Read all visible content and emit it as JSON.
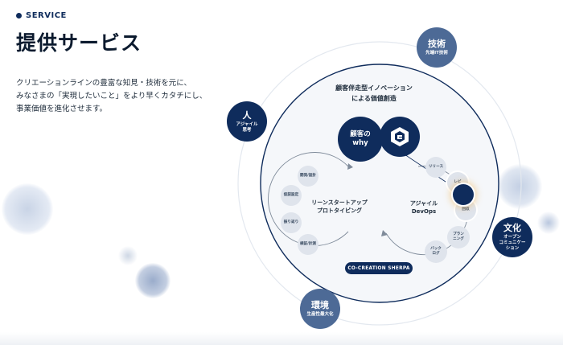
{
  "header": {
    "section_label": "SERVICE",
    "title": "提供サービス"
  },
  "description": {
    "lines": [
      "クリエーションラインの豊富な知見・技術を元に、",
      "みなさまの「実現したいこと」をより早くカタチにし、",
      "事業価値を進化させます。"
    ]
  },
  "diagram": {
    "caption_lines": [
      "顧客伴走型イノベーション",
      "による価値創造"
    ],
    "why_lines": [
      "顧客の",
      "why"
    ],
    "outer_nodes": {
      "tech": {
        "main": "技術",
        "sub": "先端IT技術"
      },
      "people": {
        "main": "人",
        "sub_lines": [
          "アジャイル",
          "思考"
        ]
      },
      "culture": {
        "main": "文化",
        "sub_lines": [
          "オープン",
          "コミュニケー",
          "ション"
        ]
      },
      "environment": {
        "main": "環境",
        "sub": "生産性最大化"
      }
    },
    "left_loop": {
      "label_lines": [
        "リーンスタートアップ",
        "プロトタイピング"
      ],
      "steps": [
        "開発/設計",
        "仮説設定",
        "振り返り",
        "検証/計測"
      ]
    },
    "right_loop": {
      "label_lines": [
        "アジャイル",
        "DevOps"
      ],
      "steps": {
        "release": "リリース",
        "review": "レビ",
        "retro": "回収",
        "planning_lines": [
          "プラン",
          "ニング"
        ],
        "backlog_lines": [
          "バック",
          "ログ"
        ]
      }
    },
    "badge": "CO-CREATION SHERPA"
  },
  "colors": {
    "navy": "#0f2c5c",
    "slate_blue": "#4d6a96",
    "step_gray": "#dfe4ec",
    "highlight_glow": "#f2c378"
  }
}
